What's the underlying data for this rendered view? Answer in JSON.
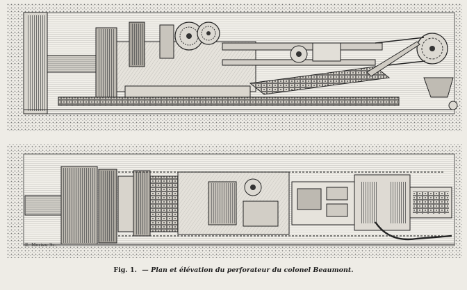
{
  "figure": {
    "engraver_signature": "E. Morieu Sc.",
    "caption_label": "Fig. 1.",
    "caption_text": "— Plan et élévation du perforateur du colonel Beaumont."
  }
}
